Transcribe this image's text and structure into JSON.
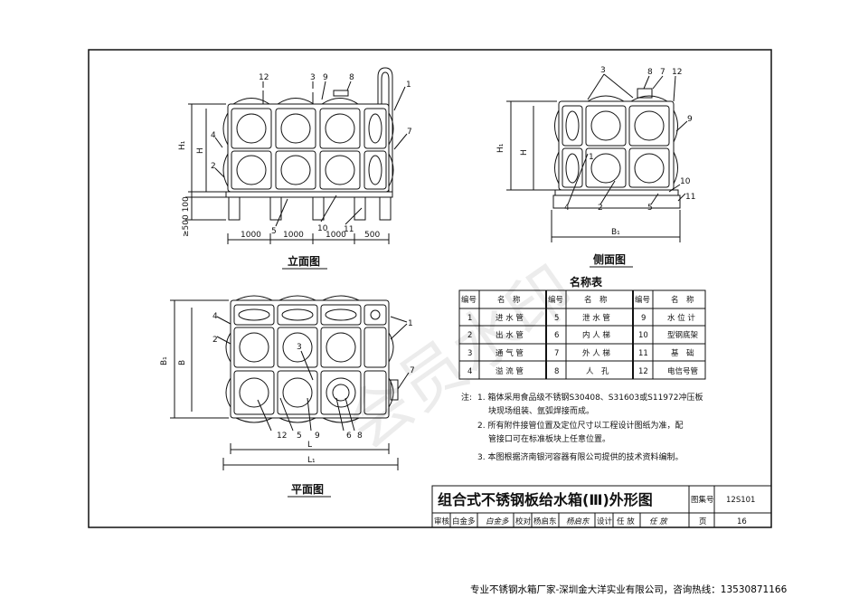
{
  "views": {
    "elevation_title": "立面图",
    "side_title": "侧面图",
    "plan_title": "平面图"
  },
  "elevation": {
    "callouts": [
      "12",
      "3",
      "9",
      "8",
      "1",
      "4",
      "2",
      "7",
      "5",
      "10",
      "11"
    ],
    "dims_bottom": [
      "1000",
      "1000",
      "1000",
      "500"
    ],
    "dim_left_h1": "H₁",
    "dim_left_h": "H",
    "dim_left_base": "≥500  100"
  },
  "side": {
    "callouts": [
      "3",
      "8",
      "7",
      "12",
      "9",
      "1",
      "4",
      "2",
      "5",
      "10",
      "11"
    ],
    "dim_left_h1": "H₁",
    "dim_left_h": "H",
    "dim_bottom": "B₁"
  },
  "plan": {
    "callouts": [
      "4",
      "2",
      "1",
      "3",
      "7",
      "12",
      "5",
      "9",
      "6",
      "8"
    ],
    "dim_left_b1": "B₁",
    "dim_left_b": "B",
    "dim_bottom_l": "L",
    "dim_bottom_l1": "L₁"
  },
  "name_table": {
    "title": "名称表",
    "headers": [
      "编号",
      "名　称",
      "编号",
      "名　称",
      "编号",
      "名　称"
    ],
    "rows": [
      [
        "1",
        "进 水 管",
        "5",
        "泄 水 管",
        "9",
        "水 位 计"
      ],
      [
        "2",
        "出 水 管",
        "6",
        "内 人 梯",
        "10",
        "型钢底架"
      ],
      [
        "3",
        "通 气 管",
        "7",
        "外 人 梯",
        "11",
        "基　础"
      ],
      [
        "4",
        "溢 流 管",
        "8",
        "人　孔",
        "12",
        "电信号管"
      ]
    ]
  },
  "notes": {
    "prefix": "注:",
    "items": [
      "1. 箱体采用食品级不锈钢S30408、S31603或S11972冲压板",
      "块现场组装、氩弧焊接而成。",
      "2. 所有附件接管位置及定位尺寸以工程设计图纸为准，配",
      "管接口可在标准板块上任意位置。",
      "3. 本图根据济南银河容器有限公司提供的技术资料编制。"
    ]
  },
  "title_block": {
    "main_title": "组合式不锈钢板给水箱(Ⅲ)外形图",
    "atlas_label": "图集号",
    "atlas_no": "12S101",
    "page_label": "页",
    "page_no": "16",
    "review_label": "审核",
    "reviewer": "白金多",
    "check_label": "校对",
    "checker": "杨启东",
    "design_label": "设计",
    "designer": "任 放"
  },
  "watermark": "会员水印",
  "footer": "专业不锈钢水箱厂家-深圳金大洋实业有限公司，咨询热线：13530871166"
}
